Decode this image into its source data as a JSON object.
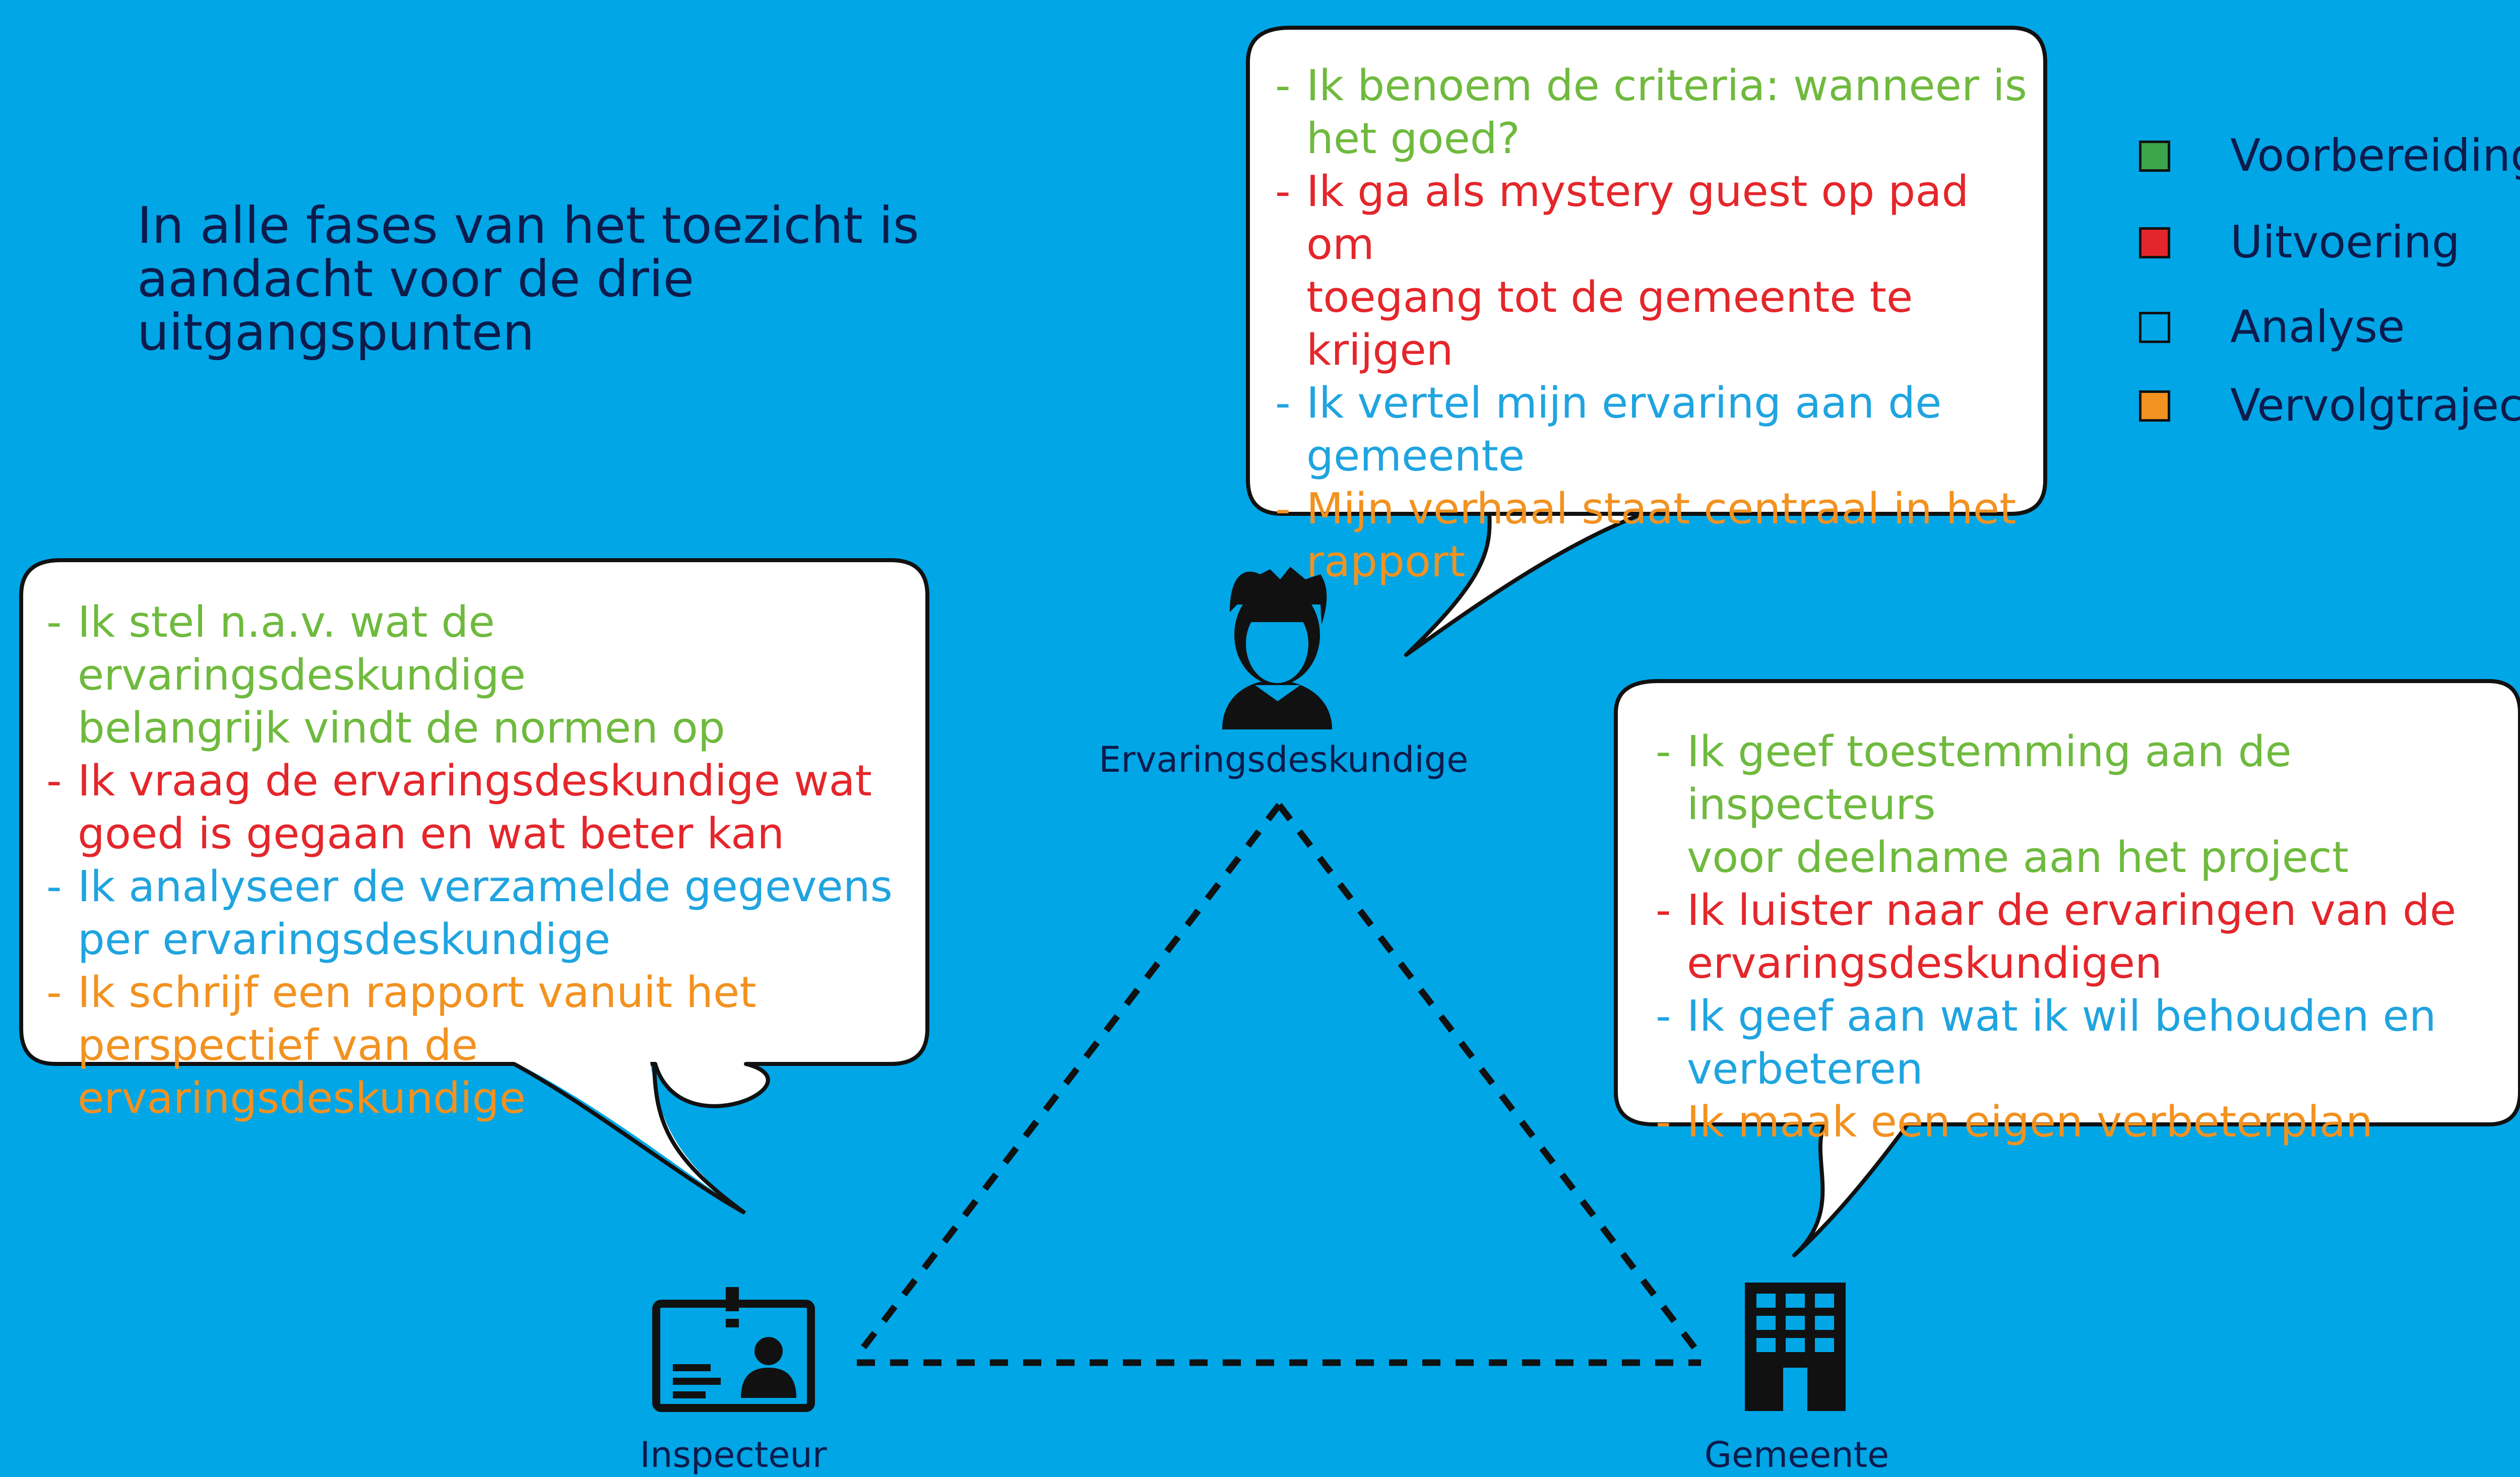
{
  "intro": "In alle fases van het toezicht is aandacht voor de drie uitgangspunten",
  "colors": {
    "background": "#00a6e6",
    "voorbereiding": "#6fba3e",
    "uitvoering": "#e4262b",
    "analyse": "#1fa4e0",
    "vervolgtraject": "#f29220",
    "text": "#0d1b4c"
  },
  "legend": [
    {
      "label": "Voorbereiding",
      "color": "#3aa54b"
    },
    {
      "label": "Uitvoering",
      "color": "#e4262b"
    },
    {
      "label": "Analyse",
      "color": "#00a6e6"
    },
    {
      "label": "Vervolgtraject",
      "color": "#f29220"
    }
  ],
  "actors": {
    "expert": {
      "label": "Ervaringsdeskundige",
      "icon": "person-icon"
    },
    "inspector": {
      "label": "Inspecteur",
      "icon": "id-badge-icon"
    },
    "municipality": {
      "label": "Gemeente",
      "icon": "building-icon"
    }
  },
  "bubbles": {
    "expert": {
      "lines": [
        {
          "dash": "-",
          "text": "Ik benoem de criteria: wanneer is",
          "phase": "prep"
        },
        {
          "dash": "",
          "text": "het goed?",
          "phase": "prep"
        },
        {
          "dash": "-",
          "text": "Ik ga als mystery guest op pad om",
          "phase": "exec"
        },
        {
          "dash": "",
          "text": "toegang tot de gemeente te krijgen",
          "phase": "exec"
        },
        {
          "dash": "-",
          "text": "Ik vertel mijn ervaring aan de",
          "phase": "anal"
        },
        {
          "dash": "",
          "text": "gemeente",
          "phase": "anal"
        },
        {
          "dash": "-",
          "text": "Mijn verhaal staat centraal in het",
          "phase": "foll"
        },
        {
          "dash": "",
          "text": "rapport",
          "phase": "foll"
        }
      ]
    },
    "inspector": {
      "lines": [
        {
          "dash": "-",
          "text": "Ik stel n.a.v. wat de ervaringsdeskundige",
          "phase": "prep"
        },
        {
          "dash": "",
          "text": "belangrijk vindt de normen op",
          "phase": "prep"
        },
        {
          "dash": "-",
          "text": "Ik vraag de ervaringsdeskundige wat",
          "phase": "exec"
        },
        {
          "dash": "",
          "text": "goed is gegaan en wat beter kan",
          "phase": "exec"
        },
        {
          "dash": "-",
          "text": "Ik analyseer de verzamelde gegevens",
          "phase": "anal"
        },
        {
          "dash": "",
          "text": "per ervaringsdeskundige",
          "phase": "anal"
        },
        {
          "dash": "-",
          "text": "Ik schrijf een rapport vanuit het",
          "phase": "foll"
        },
        {
          "dash": "",
          "text": "perspectief van de ervaringsdeskundige",
          "phase": "foll"
        }
      ]
    },
    "municipality": {
      "lines": [
        {
          "dash": "-",
          "text": "Ik geef toestemming aan de inspecteurs",
          "phase": "prep"
        },
        {
          "dash": "",
          "text": "voor deelname aan het project",
          "phase": "prep"
        },
        {
          "dash": "-",
          "text": "Ik luister naar de ervaringen van de",
          "phase": "exec"
        },
        {
          "dash": "",
          "text": "ervaringsdeskundigen",
          "phase": "exec"
        },
        {
          "dash": "-",
          "text": "Ik geef aan wat ik wil behouden en",
          "phase": "anal"
        },
        {
          "dash": "",
          "text": "verbeteren",
          "phase": "anal"
        },
        {
          "dash": "-",
          "text": "Ik maak een eigen verbeterplan",
          "phase": "foll"
        }
      ]
    }
  }
}
